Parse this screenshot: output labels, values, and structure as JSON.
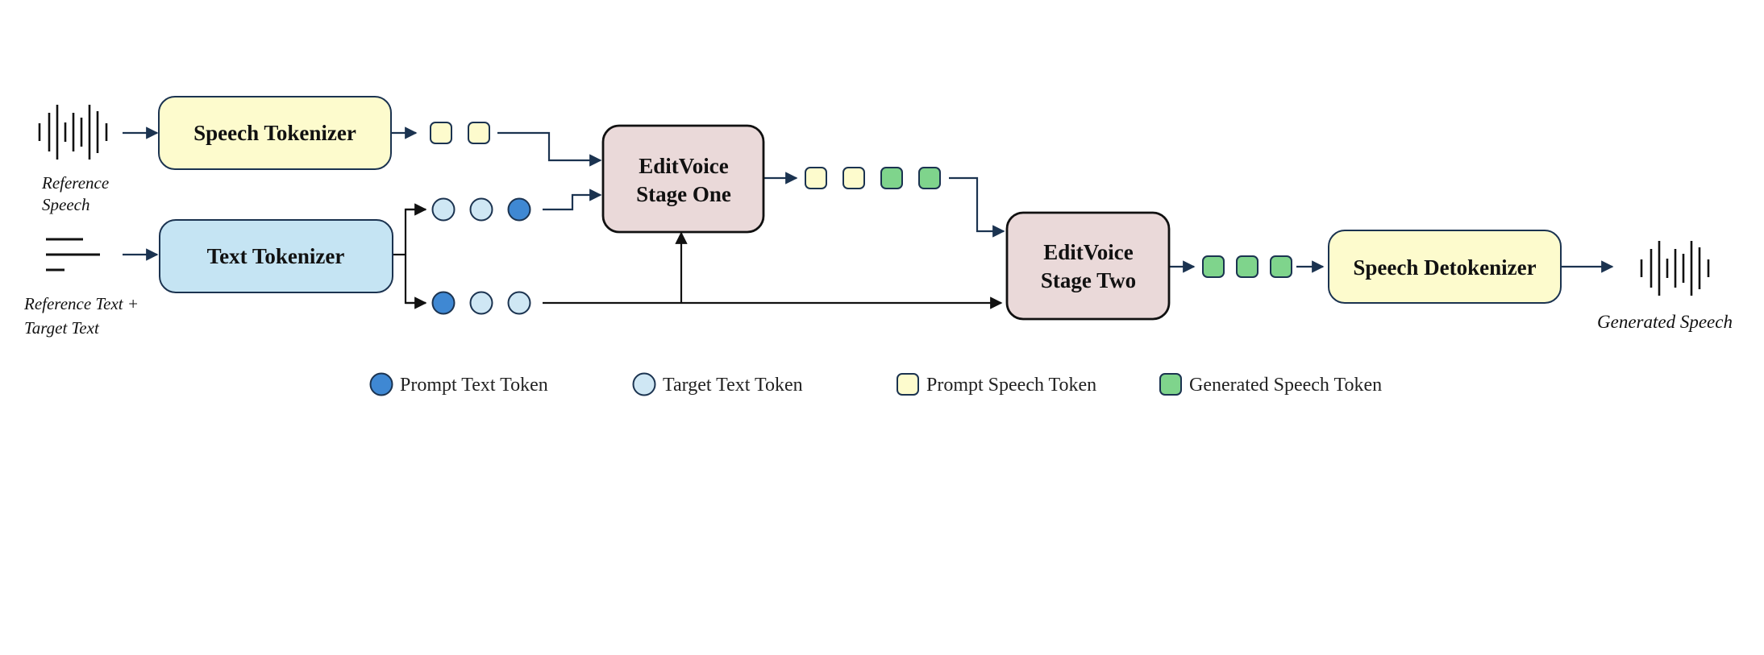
{
  "colors": {
    "yellow_fill": "#fdfbcd",
    "blue_fill": "#c5e4f3",
    "stage_fill": "#ead9d9",
    "prompt_text_token": "#3f88d3",
    "target_text_token": "#cfe7f4",
    "prompt_speech_token": "#fdfbcd",
    "generated_speech_token": "#7fd48c",
    "stroke": "#1b3350"
  },
  "inputs": {
    "reference_speech": {
      "caption_line1": "Reference",
      "caption_line2": "Speech",
      "icon": "waveform-icon"
    },
    "reference_text": {
      "caption_line1": "Reference Text +",
      "caption_line2": "Target Text",
      "icon": "text-lines-icon"
    }
  },
  "blocks": {
    "speech_tokenizer": "Speech Tokenizer",
    "text_tokenizer": "Text Tokenizer",
    "stage_one_line1": "EditVoice",
    "stage_one_line2": "Stage One",
    "stage_two_line1": "EditVoice",
    "stage_two_line2": "Stage Two",
    "speech_detokenizer": "Speech Detokenizer"
  },
  "output": {
    "caption": "Generated Speech",
    "icon": "waveform-icon"
  },
  "token_sequences": {
    "speech_prompt": [
      "prompt_speech",
      "prompt_speech"
    ],
    "text_upper": [
      "target_text",
      "target_text",
      "prompt_text"
    ],
    "text_lower": [
      "prompt_text",
      "target_text",
      "target_text"
    ],
    "stage_one_out": [
      "prompt_speech",
      "prompt_speech",
      "generated_speech",
      "generated_speech"
    ],
    "stage_two_out": [
      "generated_speech",
      "generated_speech",
      "generated_speech"
    ]
  },
  "legend": [
    {
      "label": "Prompt Text Token",
      "kind": "prompt_text"
    },
    {
      "label": "Target Text Token",
      "kind": "target_text"
    },
    {
      "label": "Prompt Speech Token",
      "kind": "prompt_speech"
    },
    {
      "label": "Generated Speech Token",
      "kind": "generated_speech"
    }
  ]
}
